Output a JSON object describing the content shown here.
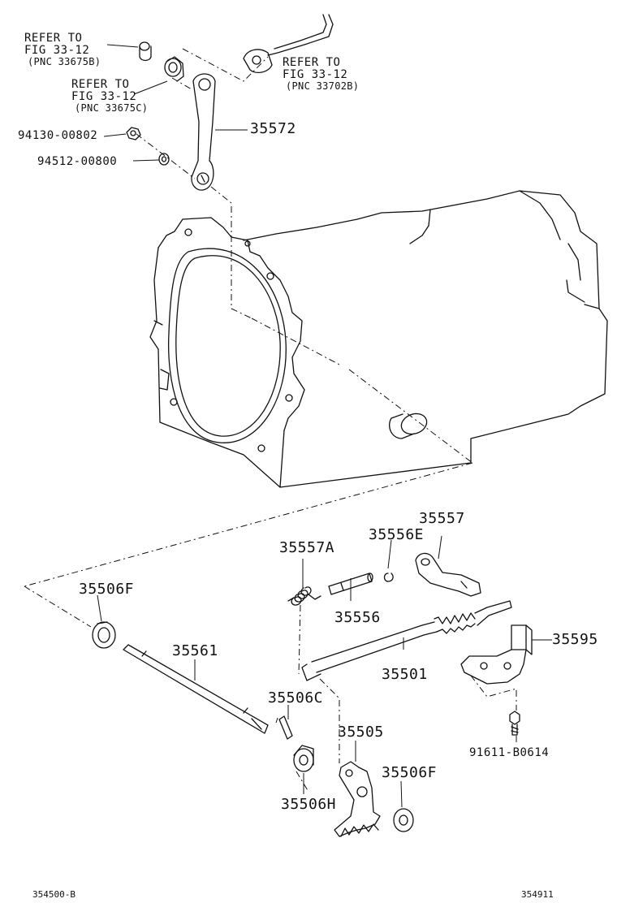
{
  "labels": {
    "ref_a_1": "REFER TO",
    "ref_a_2": "FIG 33-12",
    "ref_a_3": "(PNC 33675B)",
    "ref_b_1": "REFER TO",
    "ref_b_2": "FIG 33-12",
    "ref_b_3": "(PNC 33675C)",
    "ref_c_1": "REFER TO",
    "ref_c_2": "FIG 33-12",
    "ref_c_3": "(PNC 33702B)",
    "p35572": "35572",
    "p94130": "94130-00802",
    "p94512": "94512-00800",
    "p35557": "35557",
    "p35556E": "35556E",
    "p35557A": "35557A",
    "p35556": "35556",
    "p35506F_a": "35506F",
    "p35561": "35561",
    "p35501": "35501",
    "p35595": "35595",
    "p35506C": "35506C",
    "p35505": "35505",
    "p35506F_b": "35506F",
    "p35506H": "35506H",
    "p91611": "91611-B0614",
    "footer_left": "354500-B",
    "footer_right": "354911"
  }
}
